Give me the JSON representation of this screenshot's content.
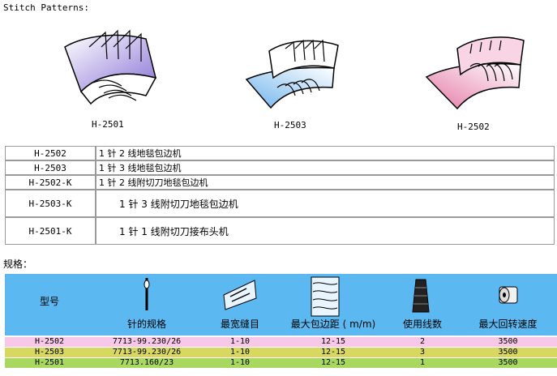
{
  "heading": "Stitch Patterns:",
  "figures": [
    {
      "code": "H-2501",
      "icon": "stitch-pattern-purple-icon",
      "color": "#9f8fdc"
    },
    {
      "code": "H-2503",
      "icon": "stitch-pattern-blue-icon",
      "color": "#8cc4ee"
    },
    {
      "code": "H-2502",
      "icon": "stitch-pattern-pink-icon",
      "color": "#e89ab8"
    }
  ],
  "models": [
    {
      "code": "H-2502",
      "desc": "1 针 2 线地毯包边机"
    },
    {
      "code": "H-2503",
      "desc": "1 针 3 线地毯包边机"
    },
    {
      "code": "H-2502-K",
      "desc": "1 针 2 线附切刀地毯包边机"
    },
    {
      "code": "H-2503-K",
      "desc": "1 针 3 线附切刀地毯包边机"
    },
    {
      "code": "H-2501-K",
      "desc": "1 针 1 线附切刀接布头机"
    }
  ],
  "spec_title": "规格：",
  "spec": {
    "header_bg": "#5bb8f0",
    "columns": [
      {
        "label": "型号",
        "icon": ""
      },
      {
        "label": "针的规格",
        "icon": "needle-icon"
      },
      {
        "label": "最宽缝目",
        "icon": "stitch-width-icon"
      },
      {
        "label": "最大包边距 ( m/m)",
        "icon": "overedge-width-icon"
      },
      {
        "label": "使用线数",
        "icon": "thread-cone-icon"
      },
      {
        "label": "最大回转速度",
        "icon": "spool-speed-icon"
      }
    ],
    "rows": [
      {
        "bg": "#f8c8e8",
        "cells": [
          "H-2502",
          "7713-99.230/26",
          "1-10",
          "12-15",
          "2",
          "3500"
        ]
      },
      {
        "bg": "#d8d860",
        "cells": [
          "H-2503",
          "7713-99.230/26",
          "1-10",
          "12-15",
          "3",
          "3500"
        ]
      },
      {
        "bg": "#a8d860",
        "cells": [
          "H-2501",
          "7713.160/23",
          "1-10",
          "12-15",
          "1",
          "3500"
        ]
      }
    ]
  }
}
